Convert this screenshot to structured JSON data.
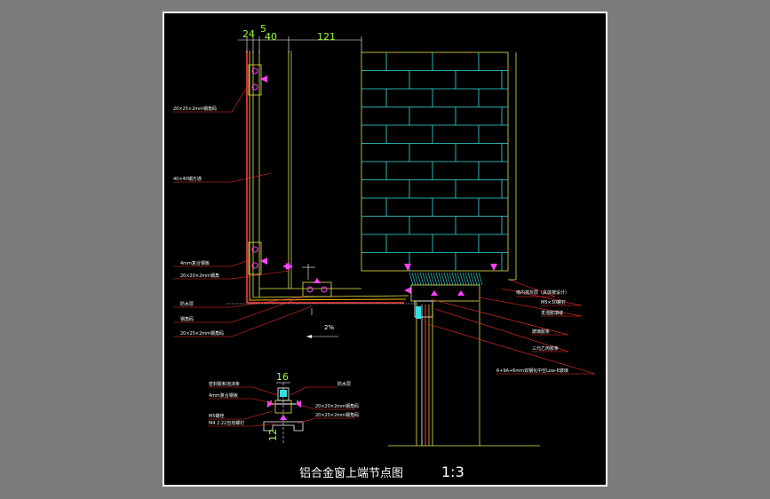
{
  "drawing": {
    "title": "铝合金窗上端节点图",
    "scale": "1:3",
    "dimensions": {
      "top": [
        "24",
        "5",
        "40",
        "121"
      ],
      "detail_top": "16",
      "detail_side": "12",
      "slope": "2%"
    },
    "labels": {
      "steel_angle_top": "20×25×2mm钢角码",
      "steel_tube": "40×40钢方通",
      "composite_board": "4mm复合钢板",
      "steel_angle_mid": "20×20×2mm钢角",
      "waterproof_a": "防水层",
      "steel_angle_code": "钢角码",
      "steel_angle_low": "20×25×2mm钢角码",
      "plaster": "墙内抹灰层（具体按设计）",
      "bolt_right": "M5×30螺钉",
      "sealant_right": "发泡胶填缝",
      "glass_strip": "玻璃胶条",
      "epdm": "三元乙丙胶条",
      "glass": "6+9A+6mm双钢化中空Low-E玻璃",
      "detail_sealant": "密封胶和泡沫条",
      "detail_board": "4mm复合钢板",
      "detail_waterproof": "防水层",
      "detail_angle_a": "20×20×2mm钢角码",
      "detail_angle_b": "20×25×2mm钢角码",
      "detail_bolt": "M5螺栓",
      "detail_screw": "M4 2.22自攻螺钉"
    }
  }
}
